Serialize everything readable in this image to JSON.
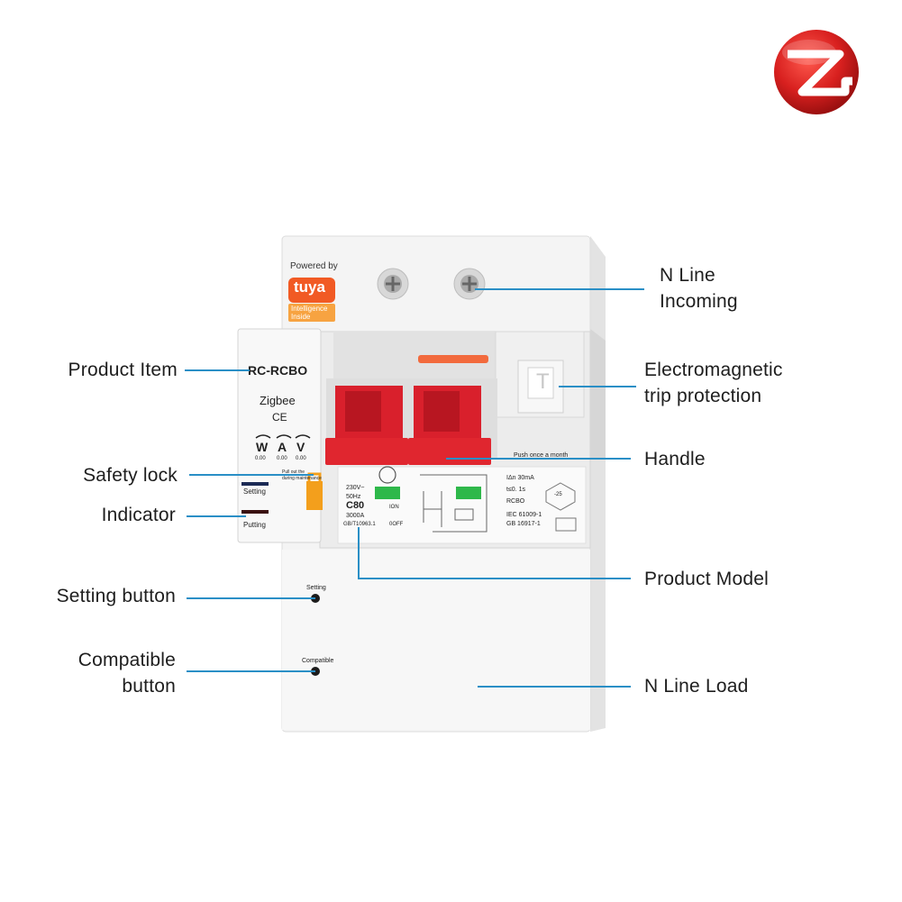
{
  "brand": {
    "powered_by": "Powered by",
    "tuya": "tuya",
    "tuya_tag_1": "Intelligence",
    "tuya_tag_2": "Inside",
    "zigbee_logo_icon": "zigbee-z-logo",
    "tuya_color": "#f15a24",
    "zigbee_color": "#d8201f"
  },
  "device": {
    "model_title": "RC-RCBO",
    "protocol": "Zigbee",
    "ce": "CE",
    "meter_w": "W",
    "meter_a": "A",
    "meter_v": "V",
    "meter_w_val": "0.00",
    "meter_a_val": "0.00",
    "meter_v_val": "0.00",
    "lock_note_1": "Pull out the",
    "lock_note_2": "during maintenance",
    "setting_label": "Setting",
    "putting_label": "Putting",
    "setting_btn": "Setting",
    "compatible_btn": "Compatible",
    "test_key": "T",
    "push_text": "Push once a month",
    "rating_1": "230V~",
    "rating_2": "50Hz",
    "rating_3": "C80",
    "rating_4": "3000A",
    "standard_1": "GB/T10963.1",
    "on_label": "ION",
    "off_label": "0OFF",
    "idn": "IΔn  30mA",
    "trip_time": "t≤0. 1s",
    "rcbo": "RCBO",
    "iec": "IEC 61009-1",
    "gb": "GB 16917-1",
    "temp": "-25",
    "handle_color": "#e0262f"
  },
  "callouts": {
    "n_line_incoming_1": "N Line",
    "n_line_incoming_2": "Incoming",
    "em_trip_1": "Electromagnetic",
    "em_trip_2": "trip protection",
    "handle": "Handle",
    "product_model": "Product Model",
    "n_line_load": "N Line Load",
    "product_item": "Product Item",
    "safety_lock": "Safety lock",
    "indicator": "Indicator",
    "setting_button": "Setting button",
    "compatible_1": "Compatible",
    "compatible_2": "button"
  },
  "accent_color": "#2a8fc6"
}
